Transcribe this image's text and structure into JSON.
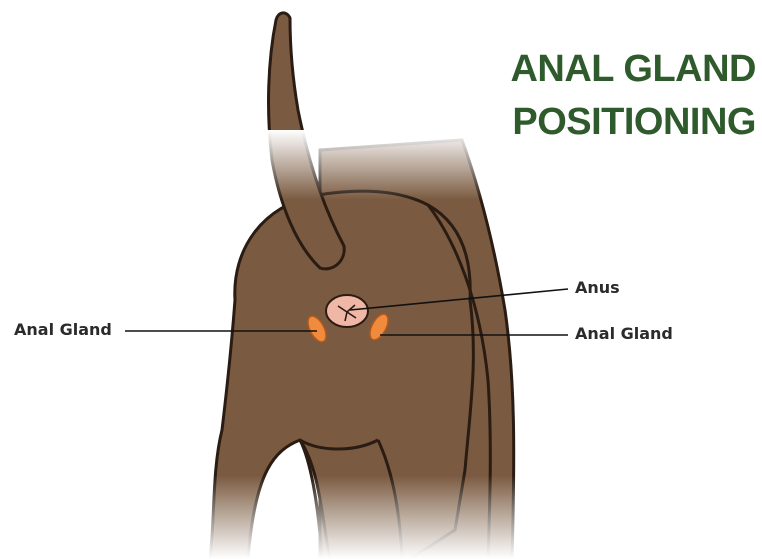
{
  "title": {
    "line1": "ANAL GLAND",
    "line2": "POSITIONING"
  },
  "labels": {
    "left_gland": "Anal Gland",
    "anus": "Anus",
    "right_gland": "Anal Gland"
  },
  "colors": {
    "title": "#2e5a2c",
    "fur": "#7a5a40",
    "outline": "#2a1c12",
    "anus_fill": "#f0b7a6",
    "gland_fill": "#f08a3c",
    "label_text": "#2b2b2b"
  }
}
